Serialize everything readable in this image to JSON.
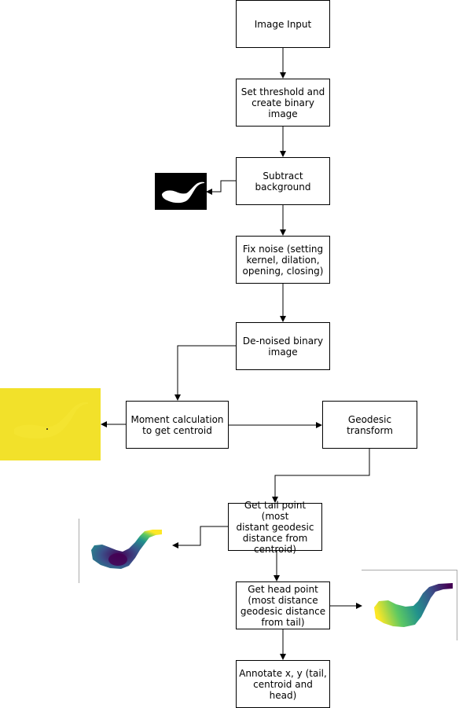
{
  "nodes": {
    "image_input": "Image Input",
    "threshold": "Set threshold and\ncreate binary\nimage",
    "subtract": "Subtract\nbackground",
    "fix_noise": "Fix noise (setting\nkernel, dilation,\nopening, closing)",
    "denoised": "De-noised binary\nimage",
    "moment": "Moment calculation\nto get centroid",
    "geodesic": "Geodesic transform",
    "tail": "Get tail point (most\ndistant geodesic\ndistance from\ncentroid)",
    "head": "Get head point\n(most distance\ngeodesic distance\nfrom tail)",
    "annotate": "Annotate x, y (tail,\ncentroid and head)"
  },
  "colors": {
    "binary_bg": "#000000",
    "centroid_yellow": "#f2e12a",
    "viridis_dark": "#440154",
    "viridis_mid": "#21918c",
    "viridis_yellow": "#fde725"
  }
}
